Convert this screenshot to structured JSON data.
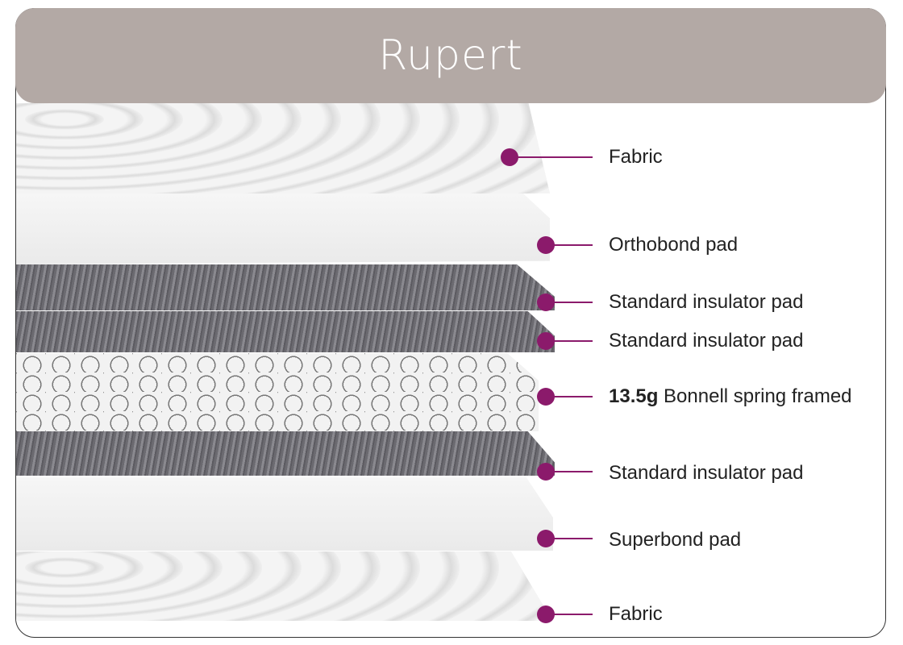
{
  "title": "Rupert",
  "accent_color": "#8b1a6b",
  "header_color": "#b3a9a5",
  "layers": [
    {
      "label": "Fabric"
    },
    {
      "label": "Orthobond pad"
    },
    {
      "label": "Standard insulator pad"
    },
    {
      "label": "Standard insulator pad"
    },
    {
      "label_bold": "13.5g",
      "label": "Bonnell spring framed"
    },
    {
      "label": "Standard insulator pad"
    },
    {
      "label": "Superbond pad"
    },
    {
      "label": "Fabric"
    }
  ]
}
